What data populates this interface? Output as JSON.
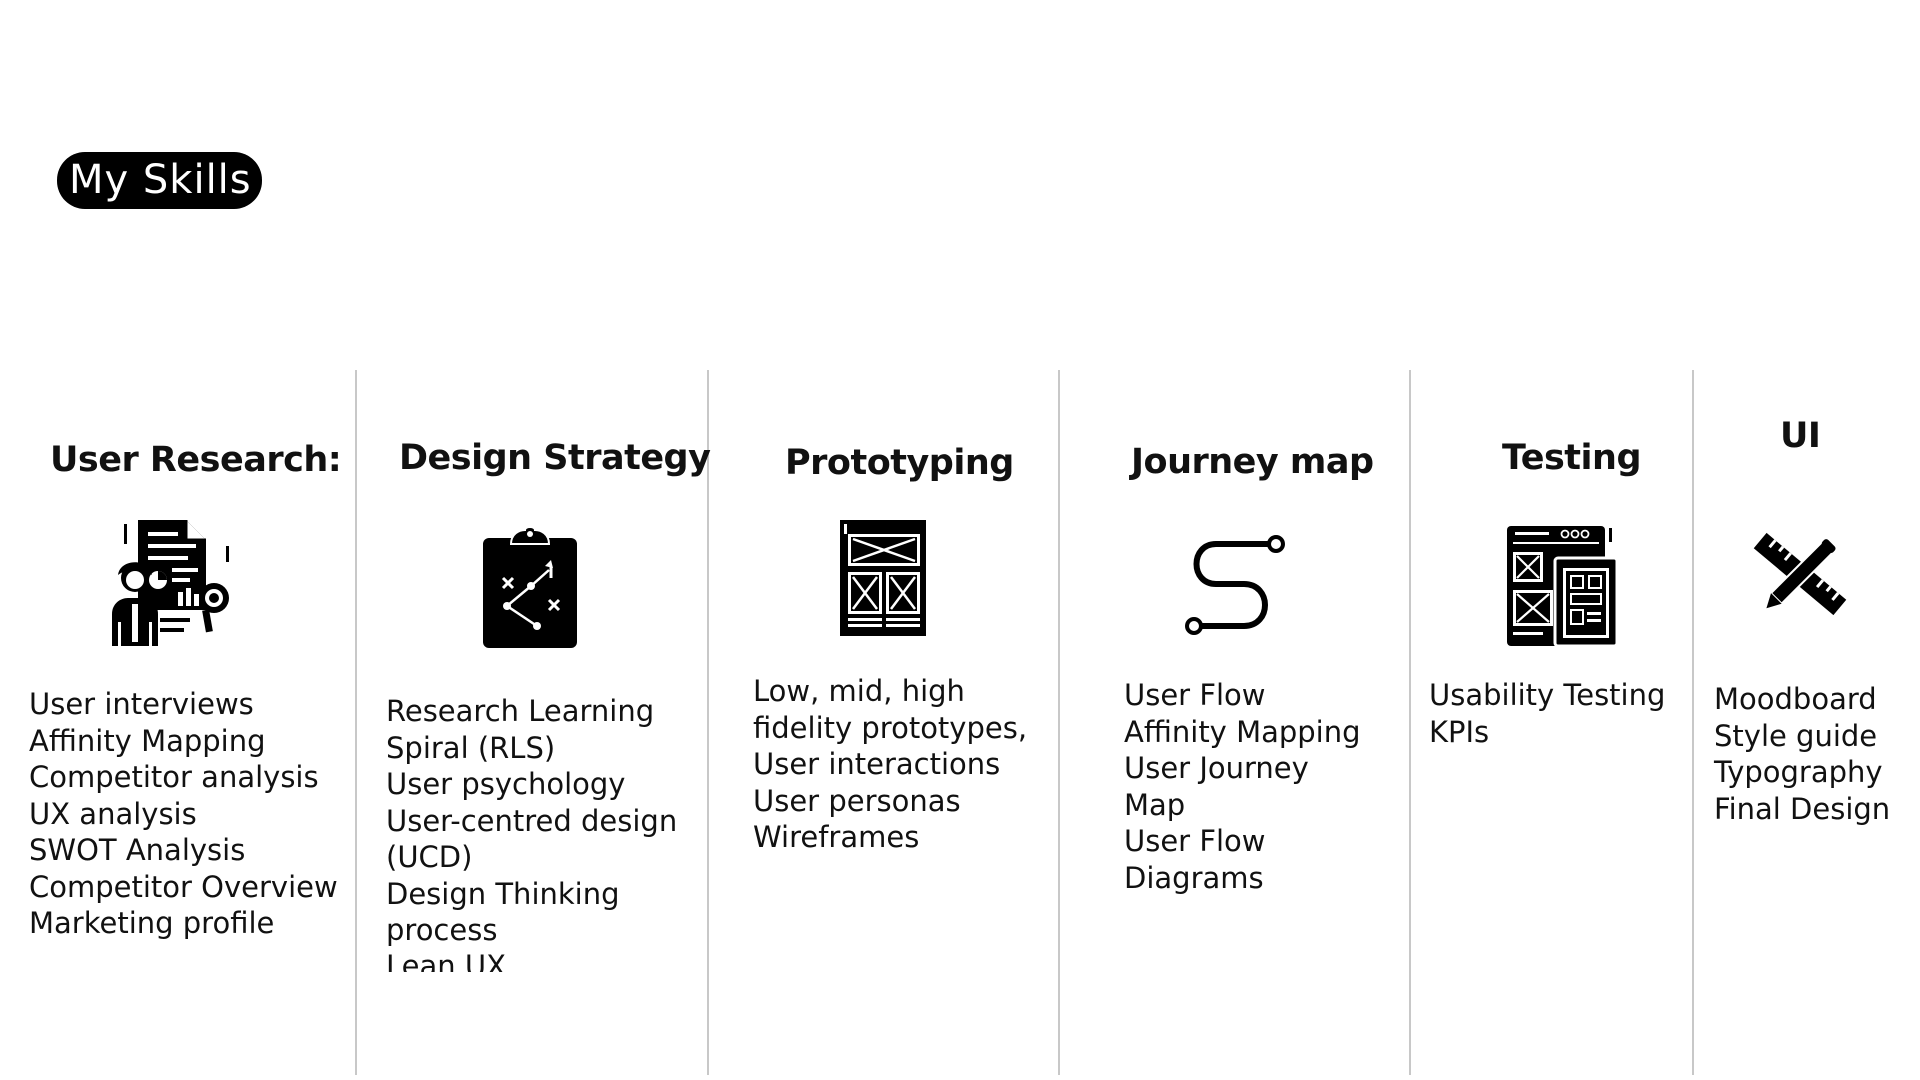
{
  "header": {
    "badge": "My Skills"
  },
  "columns": [
    {
      "title": "User Research:",
      "icon": "user-research-icon",
      "items": [
        "User interviews",
        "Affinity Mapping",
        "Competitor analysis",
        "UX analysis",
        "SWOT Analysis",
        "Competitor Overview",
        "Marketing profile"
      ]
    },
    {
      "title": "Design Strategy",
      "icon": "clipboard-strategy-icon",
      "items": [
        "Research Learning",
        "Spiral (RLS)",
        "User psychology",
        "User-centred design",
        "(UCD)",
        "Design Thinking",
        "process",
        "Lean UX"
      ]
    },
    {
      "title": "Prototyping",
      "icon": "wireframe-icon",
      "items": [
        "Low, mid, high",
        "fidelity prototypes,",
        "User interactions",
        "User personas",
        "Wireframes"
      ]
    },
    {
      "title": "Journey map",
      "icon": "journey-path-icon",
      "items": [
        "User Flow",
        "Affinity Mapping",
        "User Journey",
        "Map",
        "User Flow",
        "Diagrams"
      ]
    },
    {
      "title": "Testing",
      "icon": "browser-testing-icon",
      "items": [
        "Usability Testing",
        "KPIs"
      ]
    },
    {
      "title": "UI",
      "icon": "ruler-pencil-icon",
      "items": [
        "Moodboard",
        "Style guide",
        "Typography",
        "Final Design"
      ]
    }
  ]
}
